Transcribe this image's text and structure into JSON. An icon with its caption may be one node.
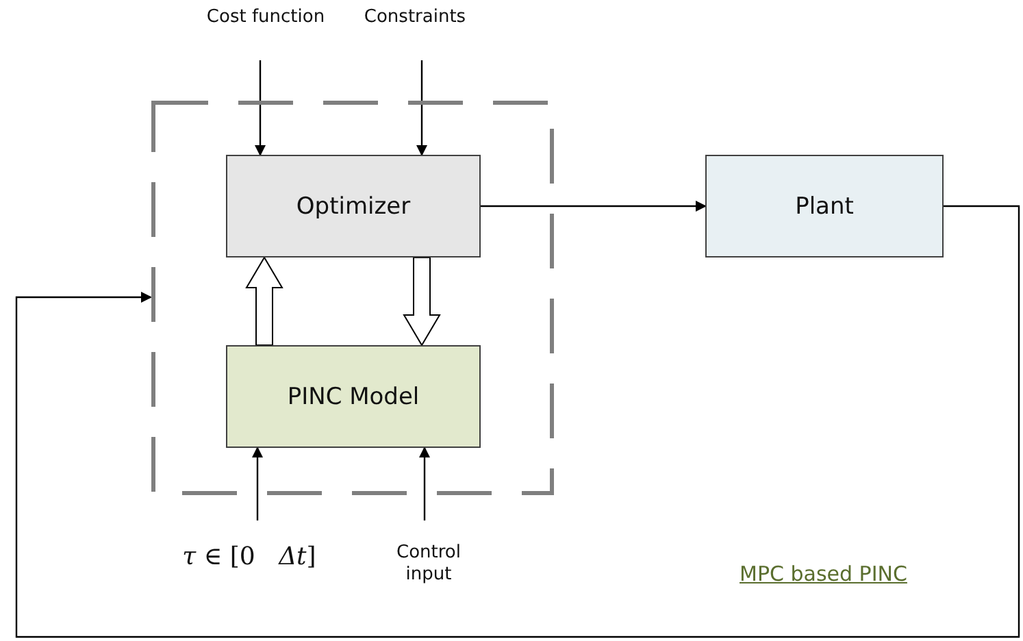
{
  "diagram": {
    "nodes": [
      {
        "text": [],
        "shape": "box"
      },
      {
        "text": [
          "Cost function"
        ]
      },
      {
        "text": [
          "Constraints"
        ]
      },
      {
        "text": [
          "Optimizer"
        ],
        "in": 0
      },
      {
        "text": [
          "PINC Model"
        ],
        "in": 0
      },
      {
        "text": [
          "Plant"
        ]
      },
      {
        "text": [
          "*τ* ∈ [0   *Δt*]"
        ]
      },
      {
        "text": [
          "Control input"
        ]
      }
    ],
    "edges": [
      {
        "from": 1,
        "to": 3,
        "arrow": "to"
      },
      {
        "from": 2,
        "to": 3,
        "arrow": "to"
      },
      {
        "from": 3,
        "to": 5,
        "arrow": "to"
      },
      {
        "from": 4,
        "to": 3,
        "arrow": "to",
        "style": "thick"
      },
      {
        "from": 3,
        "to": 4,
        "arrow": "to",
        "style": "thick"
      },
      {
        "from": 6,
        "to": 4,
        "arrow": "to"
      },
      {
        "from": 7,
        "to": 4,
        "arrow": "to"
      },
      {
        "from": 5,
        "to": 0,
        "arrow": "to"
      }
    ],
    "labels": [
      "MPC based PINC"
    ]
  }
}
